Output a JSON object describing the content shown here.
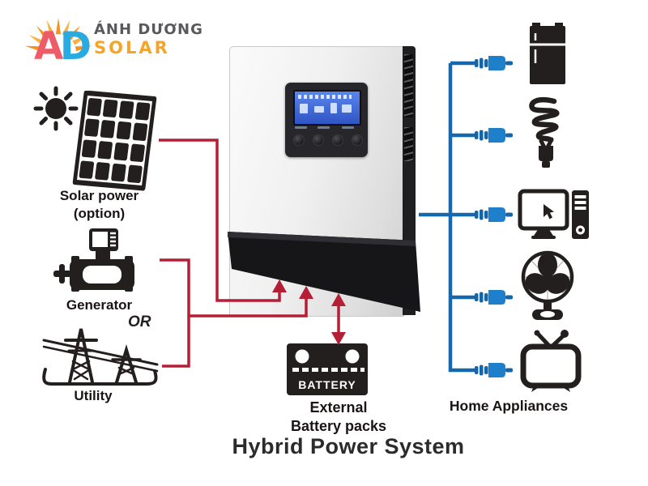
{
  "title": "Hybrid Power System",
  "logo": {
    "monogram": {
      "a": "A",
      "d": "D"
    },
    "name": "ÁNH DƯƠNG",
    "division": "SOLAR",
    "colors": {
      "a": "#ee5c68",
      "d": "#29abe2",
      "name": "#58595c",
      "division": "#f7a426",
      "rays": "#f6921e"
    }
  },
  "sources": {
    "solar": {
      "label_line1": "Solar power",
      "label_line2": "(option)",
      "icons": [
        "sun-icon",
        "solar-panel-icon"
      ]
    },
    "generator": {
      "label": "Generator",
      "icon": "generator-icon"
    },
    "or_label": "OR",
    "utility": {
      "label": "Utility",
      "icon": "utility-towers-icon"
    }
  },
  "inverter": {
    "kind": "hybrid-inverter-unit",
    "display": "lcd-display",
    "button_count": 4
  },
  "battery": {
    "icon_label": "BATTERY",
    "caption_line1": "External",
    "caption_line2": "Battery packs"
  },
  "appliances": {
    "caption": "Home Appliances",
    "items": [
      {
        "name": "refrigerator"
      },
      {
        "name": "cfl-bulb"
      },
      {
        "name": "desktop-computer"
      },
      {
        "name": "electric-fan"
      },
      {
        "name": "television"
      }
    ]
  },
  "colors": {
    "background": "#ffffff",
    "source_line_red": "#b51f35",
    "load_line_blue": "#1668ae",
    "plug_blue": "#1e7fca",
    "icon_black": "#241f1f"
  }
}
